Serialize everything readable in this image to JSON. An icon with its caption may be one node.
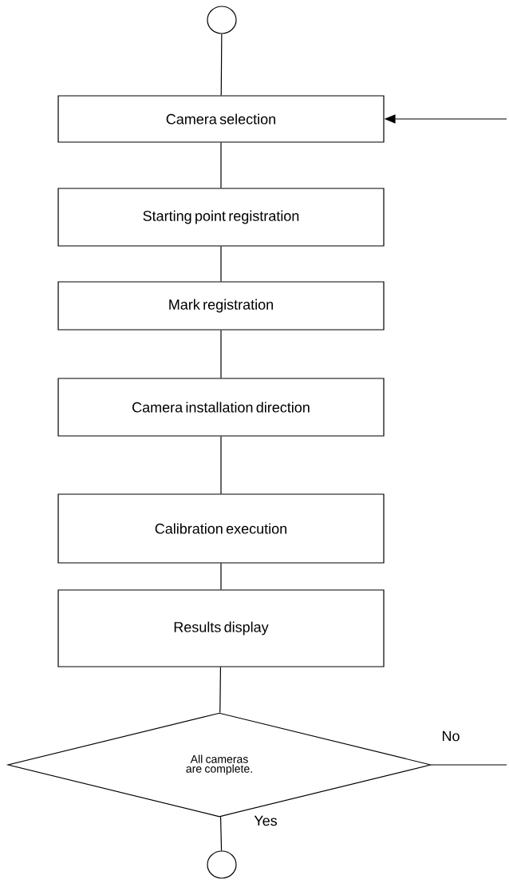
{
  "diagram": {
    "nodes": [
      {
        "text": [],
        "shape": "circle"
      },
      {
        "text": [
          "Camera selection"
        ]
      },
      {
        "text": [
          "Starting point registration"
        ]
      },
      {
        "text": [
          "Mark registration"
        ]
      },
      {
        "text": [
          "Camera installation direction"
        ]
      },
      {
        "text": [
          "Calibration execution"
        ]
      },
      {
        "text": [
          "Results display"
        ]
      },
      {
        "text": [
          "All cameras are complete."
        ]
      },
      {
        "text": [],
        "shape": "circle"
      }
    ],
    "edges": [
      {
        "from": 0,
        "to": 1,
        "arrow": "none"
      },
      {
        "from": 1,
        "to": 2,
        "arrow": "none"
      },
      {
        "from": 2,
        "to": 3,
        "arrow": "none"
      },
      {
        "from": 3,
        "to": 4,
        "arrow": "none"
      },
      {
        "from": 4,
        "to": 5,
        "arrow": "none"
      },
      {
        "from": 5,
        "to": 6,
        "arrow": "none"
      },
      {
        "from": 6,
        "to": 7,
        "arrow": "none"
      },
      {
        "from": 7,
        "to": 8,
        "arrow": "none",
        "label": "Yes"
      },
      {
        "from": 7,
        "to": null,
        "arrow": "none",
        "label": "No"
      },
      {
        "from": null,
        "to": 1,
        "arrow": "to"
      }
    ]
  }
}
